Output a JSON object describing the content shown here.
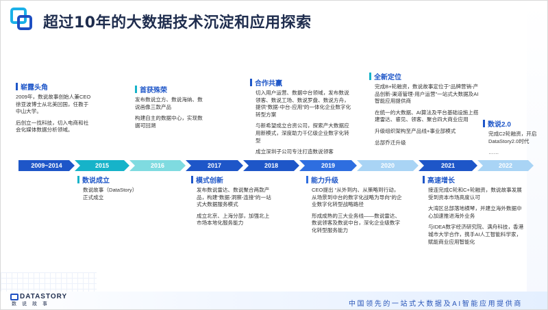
{
  "title": "超过10年的大数据技术沉淀和应用探索",
  "timeline": [
    {
      "label": "2009~2014",
      "color": "#1e56c8"
    },
    {
      "label": "2015",
      "color": "#16b3c9"
    },
    {
      "label": "2016",
      "color": "#7fdbe0"
    },
    {
      "label": "2017",
      "color": "#1e56c8"
    },
    {
      "label": "2018",
      "color": "#1e56c8"
    },
    {
      "label": "2019",
      "color": "#2e6ee0"
    },
    {
      "label": "2020",
      "color": "#a9d4f5"
    },
    {
      "label": "2021",
      "color": "#1e56c8"
    },
    {
      "label": "2022",
      "color": "#a9d4f5"
    }
  ],
  "events": {
    "e2009": {
      "heading": "崭露头角",
      "lines": [
        "2009年，数说故事创始人兼CEO徐亚波博士从北美回国，任教于中山大学。",
        "后创立一找科技，切入电商和社会化媒体数据分析领域。"
      ]
    },
    "e2015": {
      "heading": "数说成立",
      "lines": [
        "数说故事（DataStory）正式成立"
      ]
    },
    "e2016": {
      "heading": "首获殊荣",
      "lines": [
        "发布数说立方、数说海纳、数说画像三款产品",
        "构建自主的数据中心，实现数据可回溯"
      ]
    },
    "e2017": {
      "heading": "模式创新",
      "lines": [
        "发布数说雷达、数说聚合两款产品，构建“数据-洞察-连接”的一站式大数据服务模式",
        "成立北京、上海分部，加强北上市场本地化服务能力"
      ]
    },
    "e2018": {
      "heading": "合作共赢",
      "lines": [
        "切入用户运营、数据中台领域，发布数说领客、数说工场、数说罗盘、数说方舟，提供“数据-中台-应用”的一体化企业数字化转型方案",
        "与新希望成立合资公司，探索产大数据应用新模式，深度助力千亿级企业数字化转型",
        "成立深圳子公司专注打造数说领客"
      ]
    },
    "e2019": {
      "heading": "能力升级",
      "lines": [
        "CEO提出 “从外到内、从策略到行动，从场景到中台的数字化战略为导向”的企业数字化转型战略路径",
        "形成成熟的三大业务线——数说雷达、数说领客及数说中台，深化企业级数字化转型服务能力"
      ]
    },
    "e2020": {
      "heading": "全新定位",
      "lines": [
        "完成B+轮融资，数说故事定位于“品牌营销-产品创新-渠道管理-用户运营”一站式大数据及AI智能应用提供商",
        "在统一的大数据、AI算法及平台基础设施上搭建雷达、睿见、领客、聚合四大商业应用",
        "升级组织架构至产品线+事业部模式",
        "总部乔迁升级"
      ]
    },
    "e2021": {
      "heading": "高速增长",
      "lines": [
        "接连完成C轮和C+轮融资，数说故事发展受到资本市场高度认可",
        "大湾区总部落地横琴，并建立海外数据中心加速推进海外业务",
        "与IDEA数字经济研究院、满舟科技，香港城市大学合作，携手AI人工智能科学家，赋能商业应用智能化"
      ]
    },
    "e2022": {
      "heading": "数说2.0",
      "lines": [
        "完成C2轮融资，开启DataStory2.0时代",
        "……"
      ]
    }
  },
  "footer": {
    "brand_en": "DATASTORY",
    "brand_cn": "数说故事",
    "slogan": "中国领先的一站式大数据及AI智能应用提供商"
  },
  "colors": {
    "accent": "#1e56c8",
    "teal": "#16b3c9",
    "title": "#1f2d4e"
  }
}
